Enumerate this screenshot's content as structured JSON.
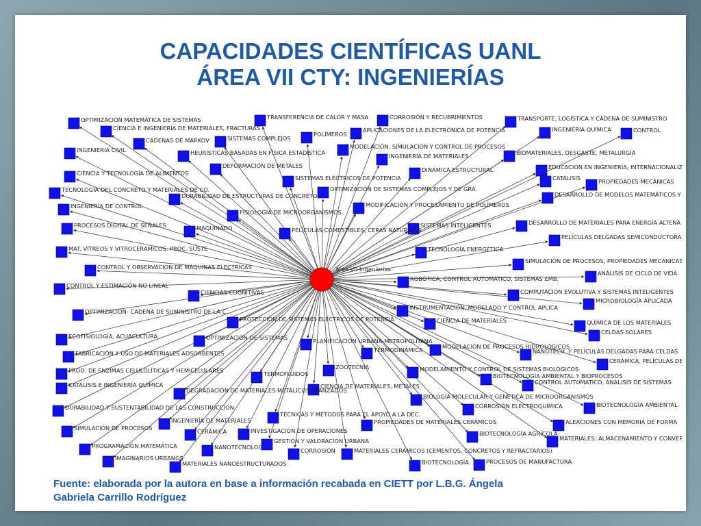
{
  "title": {
    "line1": "CAPACIDADES CIENTÍFICAS UANL",
    "line2": "ÁREA VII CTY: INGENIERÍAS"
  },
  "caption": {
    "line1": "Fuente: elaborada por la autora en base a información recabada en CIETT por L.B.G. Ángela",
    "line2": "Gabriela Carrillo Rodríguez"
  },
  "diagram": {
    "hub_label": "Área VII Ingenierías",
    "colors": {
      "node": "#1010e8",
      "hub": "#ff0000",
      "edge": "#444444",
      "title": "#1f5aa6"
    },
    "nodes": [
      "OPTIMIZACIÓN MATEMÁTICA DE SISTEMAS",
      "CIENCIA E INGENIERÍA DE MATERIALES, FRACTURAS",
      "CADENAS DE MARKOV",
      "INGENIERÍA CIVIL",
      "HEURÍSTICAS BASADAS EN FÍSICA ESTADÍSTICA",
      "SISTEMAS COMPLEJOS",
      "TRANSFERENCIA DE CALOR Y MASA",
      "POLÍMEROS",
      "CORROSIÓN Y RECUBRIMIENTOS",
      "APLICACIONES DE LA ELECTRÓNICA DE POTENCIA",
      "TRANSPORTE, LOGÍSTICA Y CADENA DE SUMINISTRO",
      "INGENIERÍA QUÍMICA",
      "CONTROL",
      "MODELACIÓN, SIMULACIÓN Y CONTROL DE PROCESOS",
      "INGENIERÍA DE MATERIALES",
      "BIOMATERIALES, DESGASTE, METALURGIA",
      "DEFORMACIÓN DE METALES",
      "CIENCIA Y TECNOLOGÍA DE ALIMENTOS",
      "DINÁMICA ESTRUCTURAL",
      "EDUCACIÓN EN INGENIERÍA, INTERNACIONALIZACIÓN",
      "SISTEMAS ELÉCTRICOS DE POTENCIA",
      "CATÁLISIS",
      "PROPIEDADES MECÁNICAS",
      "TECNOLOGÍA DEL CONCRETO Y MATERIALES DE CO.",
      "DURABILIDAD DE ESTRUCTURAS DE CONCRETO",
      "OPTIMIZACIÓN DE SISTEMAS COMPLEJOS Y DE GRA.",
      "DESARROLLO DE MODELOS MATEMÁTICOS Y METAHERR",
      "INGENIERÍA DE CONTROL",
      "MODIFICACIÓN Y PROCESAMIENTO DE POLÍMEROS",
      "FISIOLOGÍA DE MICROORGANISMOS",
      "DESARROLLO DE MATERIALES PARA ENERGÍA ALTENA",
      "SISTEMAS INTELIGENTES",
      "PROCESOS DIGITAL DE SEÑALES",
      "MAQUINADO",
      "PELÍCULAS COMESTIBLES, CERAS NATURALES",
      "PELÍCULAS DELGADAS SEMICONDUCTORAS",
      "MAT. VÍTREOS Y VITROCERAMICOS. PROC. SUSTE",
      "TECNOLOGÍA ENERGÉTICA",
      "SIMULACIÓN DE PROCESOS, PROPIEDADES MECANICAS",
      "CONTROL Y OBSERVACION DE MÁQUINAS ELECTRICAS",
      "ANÁLISIS DE CICLO DE VIDA",
      "ROBÓTICA, CONTROL AUTOMÁTICO, SISTEMAS EMB.",
      "CONTROL Y ESTIMACIÓN NO LINEAL",
      "COMPUTACIÓN EVOLUTIVA Y SISTEMAS INTELIGENTES",
      "CIENCIAS COGNITIVAS",
      "MICROBIOLOGÍA APLICADA",
      "INSTRUMENTACIÓN, MODELADO Y CONTROL APLICA",
      "OPTIMIZACIÓN- CADENA DE SUMINISTRO DE LA C.",
      "PROTECCIÓN DE SISTEMAS ELÉCTRICOS DE POTENCIA",
      "CIENCIA DE MATERIALES",
      "QUÍMICA DE LOS MATERIALES",
      "CELDAS SOLARES",
      "ECOFISIOLOGÍA, ACUACULTURA",
      "OPTIMIZACIÓN DE SISTEMAS",
      "PLANIFICACIÓN URBANA-METROPOLITANA",
      "MODELACIÓN DE PROCESOS HIDROLÓGICOS",
      "NANOTECH. Y PELÍCULAS DELGADAS PARA CELDAS",
      "FABRICACIÓN Y USO DE MATERIALES ADSORBENTES",
      "TERMODINÁMICA",
      "CERÁMICA, PELÍCULAS DEI",
      "PROD. DE ENZIMAS CELULOLÍTICAS Y HEMICELULARES",
      "ZOOTECNIA",
      "MODELAMIENTO Y CONTROL DE SISTEMAS BIOLÓGICOS",
      "TERMOFLUIDOS",
      "BIOTECNOLOGÍA AMBIENTAL Y BIOPROCESOS",
      "CATÁLISIS E INGENIERÍA QUÍMICA",
      "CIENCIA DE MATERIALES, METALES",
      "CONTROL AUTOMATICO, ANALISIS DE SISTEMAS",
      "DEGRADACIÓN DE MATERIALES METÁLICOS AVANZADOS",
      "BIOLOGÍA MOLECULAR Y GENÉTICA DE MICROORGANISMOS",
      "BIOTECNOLOGÍA AMBIENTAL",
      "DURABILIDAD Y SUSTENTABILIDAD DE LAS CONSTRUCCIÓN",
      "CORROSIÓN ELECTROQUÍMICA",
      "TÉCNICAS Y MÉTODOS PARA EL APOYO A LA DEC.",
      "INGENIERÍA DE MATERIALES",
      "PROPIEDADES DE MATERIALES CERÁMICOS",
      "ALEACIONES CON MEMORIA DE FORMA",
      "SIMULACIÓN DE PROCESOS",
      "CERÁMICA",
      "INVESTIGACIÓN DE OPERACIONES",
      "BIOTECNOLOGÍA AGRÍCOLA",
      "MATERIALES: ALMACENAMIENTO Y CONVERSIÓN",
      "PROGRAMACIÓN MATEMÁTICA",
      "NANOTECNOLOGÍA",
      "GESTIÓN Y VALORACIÓN URBANA",
      "CORROSIÓN",
      "MATERIALES CERÁMICOS (CEMENTOS, CONCRETOS Y REFRACTARIOS)",
      "IMAGINARIOS URBANOS",
      "MATERIALES NANOESTRUCTURADOS",
      "BIOTECNOLOGÍA",
      "PROCESOS DE MANUFACTURA"
    ]
  }
}
